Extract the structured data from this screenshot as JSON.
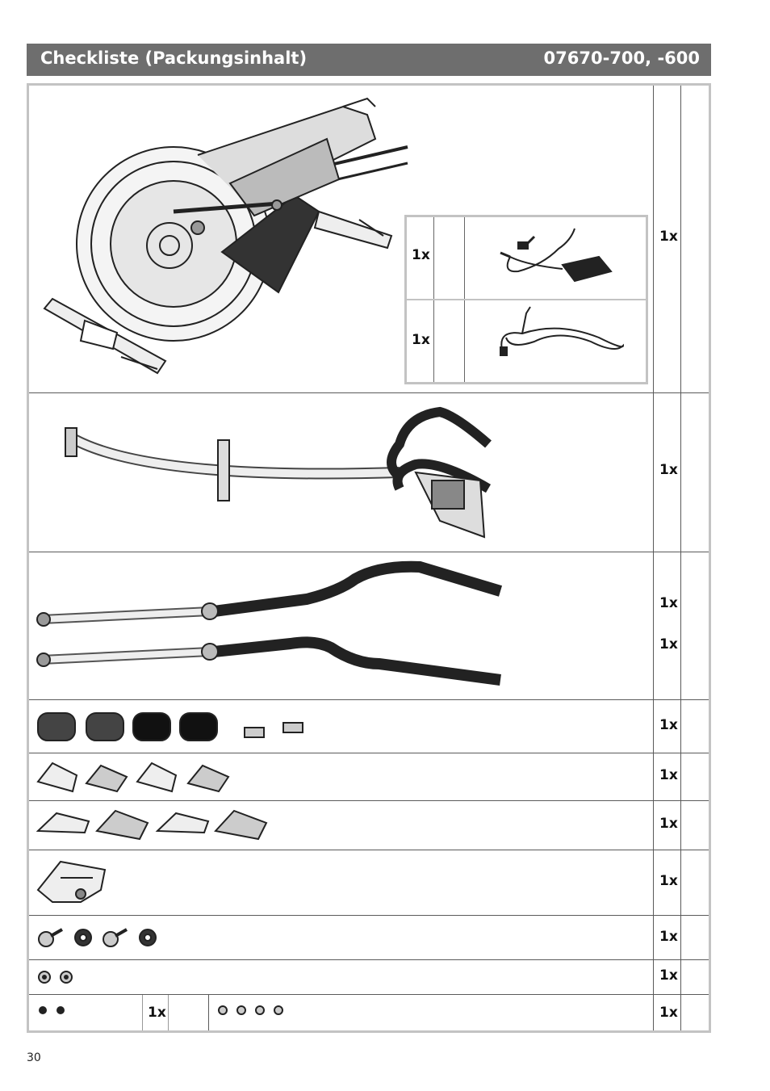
{
  "header": {
    "title": "Checkliste (Packungsinhalt)",
    "code": "07670-700, -600"
  },
  "rows": [
    {
      "qty": "1x"
    },
    {
      "qty": "1x"
    },
    {
      "qty": "1x",
      "qty2": "1x"
    },
    {
      "qty": "1x"
    },
    {
      "qty": "1x"
    },
    {
      "qty": "1x"
    },
    {
      "qty": "1x"
    },
    {
      "qty": "1x"
    },
    {
      "qty": "1x"
    },
    {
      "qty": "1x",
      "inner_qty": "1x"
    }
  ],
  "sub_items": [
    {
      "qty": "1x"
    },
    {
      "qty": "1x"
    }
  ],
  "page_number": "30"
}
